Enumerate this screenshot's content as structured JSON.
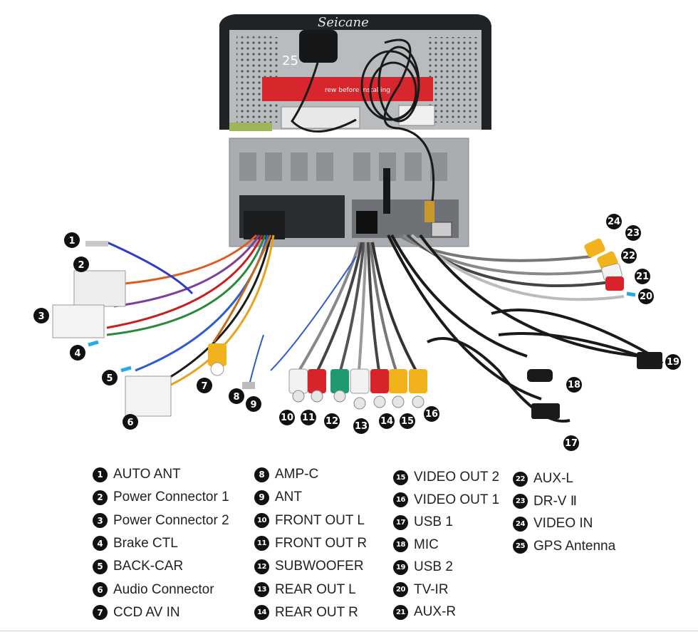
{
  "photo": {
    "brand": "Seicane",
    "warning_text": "rew before installing"
  },
  "callouts": {
    "c1": "1",
    "c2": "2",
    "c3": "3",
    "c4": "4",
    "c5": "5",
    "c6": "6",
    "c7": "7",
    "c8": "8",
    "c9": "9",
    "c10": "10",
    "c11": "11",
    "c12": "12",
    "c13": "13",
    "c14": "14",
    "c15": "15",
    "c16": "16",
    "c17": "17",
    "c18": "18",
    "c19": "19",
    "c20": "20",
    "c21": "21",
    "c22": "22",
    "c23": "23",
    "c24": "24",
    "c25": "25"
  },
  "legend": [
    {
      "num": "1",
      "label": "AUTO ANT"
    },
    {
      "num": "2",
      "label": "Power Connector 1"
    },
    {
      "num": "3",
      "label": "Power Connector 2"
    },
    {
      "num": "4",
      "label": "Brake CTL"
    },
    {
      "num": "5",
      "label": "BACK-CAR"
    },
    {
      "num": "6",
      "label": "Audio Connector"
    },
    {
      "num": "7",
      "label": "CCD AV IN"
    },
    {
      "num": "8",
      "label": "AMP-C"
    },
    {
      "num": "9",
      "label": "ANT"
    },
    {
      "num": "10",
      "label": "FRONT OUT L"
    },
    {
      "num": "11",
      "label": "FRONT OUT R"
    },
    {
      "num": "12",
      "label": "SUBWOOFER"
    },
    {
      "num": "13",
      "label": "REAR OUT L"
    },
    {
      "num": "14",
      "label": "REAR OUT R"
    },
    {
      "num": "15",
      "label": "VIDEO OUT 2"
    },
    {
      "num": "16",
      "label": "VIDEO OUT 1"
    },
    {
      "num": "17",
      "label": "USB 1"
    },
    {
      "num": "18",
      "label": "MIC"
    },
    {
      "num": "19",
      "label": "USB 2"
    },
    {
      "num": "20",
      "label": "TV-IR"
    },
    {
      "num": "21",
      "label": "AUX-R"
    },
    {
      "num": "22",
      "label": "AUX-L"
    },
    {
      "num": "23",
      "label": "DR-V Ⅱ"
    },
    {
      "num": "24",
      "label": "VIDEO IN"
    },
    {
      "num": "25",
      "label": "GPS Antenna"
    }
  ],
  "colors": {
    "chassis": "#b9bcbf",
    "plate_red": "#d8262d",
    "rca_red": "#d8232a",
    "rca_white": "#f2f2f2",
    "rca_yellow": "#f2b21b",
    "rca_green": "#1f9a6e",
    "cable_black": "#1a1a1a"
  }
}
